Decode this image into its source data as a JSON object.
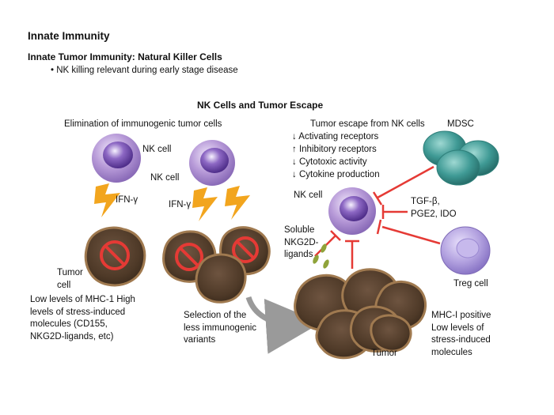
{
  "slide": {
    "title": "Innate Immunity",
    "subtitle": "Innate Tumor Immunity: Natural Killer Cells",
    "bullet": "• NK killing relevant during early stage disease"
  },
  "diagram": {
    "title": "NK Cells and Tumor Escape",
    "left_panel": {
      "heading": "Elimination of immunogenic tumor cells",
      "nk_label_1": "NK cell",
      "nk_label_2": "NK cell",
      "ifn_label_1": "IFN-γ",
      "ifn_label_2": "IFN-γ",
      "tumor_cell_label": "Tumor\ncell",
      "mhc_note": "Low levels of MHC-1 High\nlevels of stress-induced\nmolecules (CD155,\nNKG2D-ligands, etc)",
      "selection_note": "Selection of the\nless immunogenic\nvariants"
    },
    "right_panel": {
      "heading": "Tumor escape from NK cells",
      "changes": [
        "↓ Activating receptors",
        "↑ Inhibitory receptors",
        "↓ Cytotoxic activity",
        "↓ Cytokine production"
      ],
      "mdsc_label": "MDSC",
      "nk_label": "NK cell",
      "factors": "TGF-β,\nPGE2, IDO",
      "soluble_label": "Soluble\nNKG2D-\nligands",
      "treg_label": "Treg cell",
      "tumor_label": "Tumor",
      "mhc_positive": "MHC-I positive\nLow levels of\nstress-induced\nmolecules"
    }
  },
  "colors": {
    "inhibit_red": "#e53a35",
    "bolt_orange": "#f2a51e",
    "nk_purple": "#9b7fc4",
    "tumor_brown": "#7a5e43",
    "mdsc_teal": "#3e9a96",
    "arrow_gray": "#9a9a9a"
  }
}
